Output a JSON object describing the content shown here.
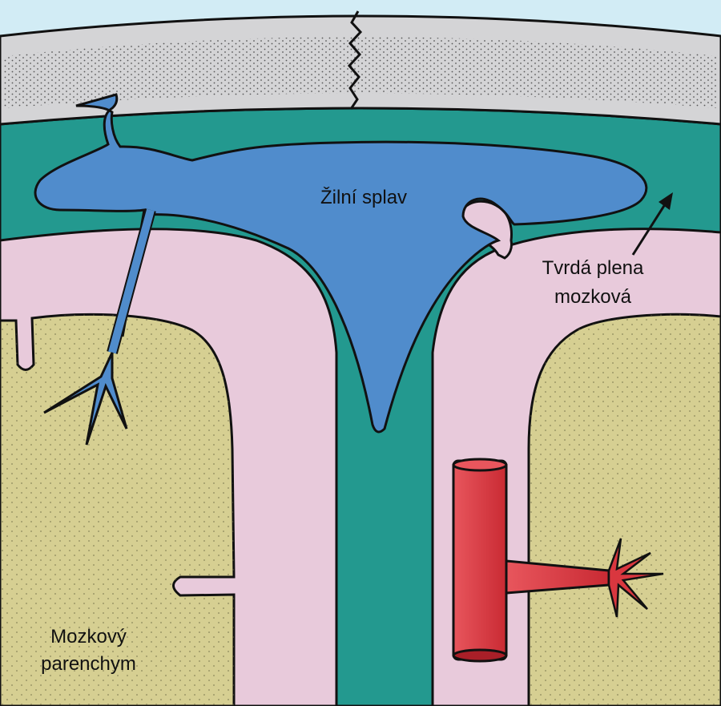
{
  "labels": {
    "venous_sinus": "Žilní splav",
    "dura_line1": "Tvrdá plena",
    "dura_line2": "mozková",
    "parenchyma_line1": "Mozkový",
    "parenchyma_line2": "parenchym"
  },
  "colors": {
    "background": "#d2ecf5",
    "skull": "#d4d4d6",
    "dura": "#23998f",
    "sinus": "#508ccc",
    "pia": "#e8cadb",
    "brain": "#d6cf92",
    "artery": "#d9373f",
    "outline": "#111111"
  }
}
